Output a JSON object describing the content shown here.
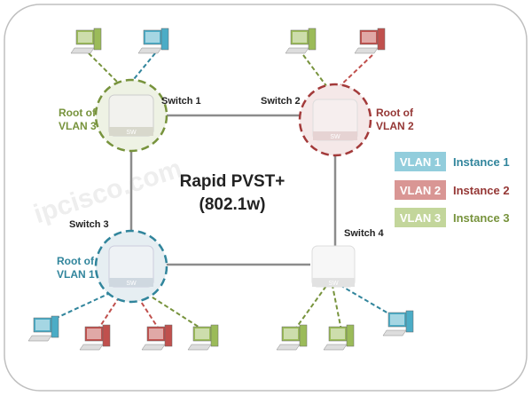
{
  "title": {
    "line1": "Rapid PVST+",
    "line2": "(802.1w)"
  },
  "watermark": "ipcisco.com",
  "switches": [
    {
      "name": "Switch 1",
      "device_label": "SW",
      "root_label": [
        "Root of",
        "VLAN 3"
      ],
      "root_color": "#77933c"
    },
    {
      "name": "Switch 2",
      "device_label": "SW",
      "root_label": [
        "Root of",
        "VLAN 2"
      ],
      "root_color": "#953735"
    },
    {
      "name": "Switch 3",
      "device_label": "SW",
      "root_label": [
        "Root of",
        "VLAN 1"
      ],
      "root_color": "#31859c"
    },
    {
      "name": "Switch 4",
      "device_label": "SW"
    }
  ],
  "legend": [
    {
      "vlan": "VLAN 1",
      "instance": "Instance 1",
      "box_color": "#92cddc",
      "text_color": "#31859c"
    },
    {
      "vlan": "VLAN 2",
      "instance": "Instance 2",
      "box_color": "#d99694",
      "text_color": "#953735"
    },
    {
      "vlan": "VLAN 3",
      "instance": "Instance 3",
      "box_color": "#c3d69b",
      "text_color": "#77933c"
    }
  ],
  "colors": {
    "vlan1": "#31859c",
    "vlan2": "#c0504d",
    "vlan3": "#77933c",
    "pc_blue": "#4bacc6",
    "pc_red": "#c0504d",
    "pc_green": "#9bbb59"
  }
}
